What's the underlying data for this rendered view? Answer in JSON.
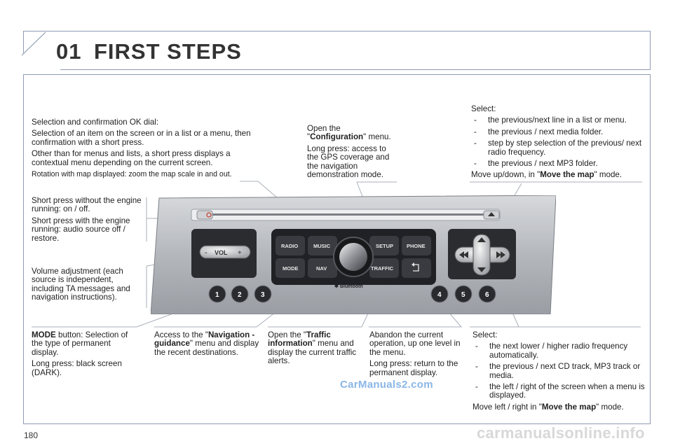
{
  "header": {
    "chapter_number": "01",
    "title": "FIRST STEPS"
  },
  "page_number": "180",
  "watermark": "CarManuals2.com",
  "footer_mark": "carmanualsonline.info",
  "annotations": {
    "dial": {
      "line1": "Selection and confirmation OK dial:",
      "line2": "Selection of an item on the screen or in a list or a menu, then confirmation with a short press.",
      "line3": "Other than for menus and lists, a short press displays a contextual menu depending on the current screen.",
      "line4": "Rotation with map displayed: zoom the map scale in and out."
    },
    "setup": {
      "pre": "Open the \"",
      "bold": "Configuration",
      "post": "\" menu.",
      "line2": "Long press: access to the GPS coverage and the navigation demonstration mode."
    },
    "up_down": {
      "intro": "Select:",
      "items": [
        "the previous/next line in a list or menu.",
        "the previous / next media folder.",
        "step by step selection of the previous/ next radio frequency.",
        "the previous / next MP3 folder."
      ],
      "footer_pre": "Move up/down, in \"",
      "footer_bold": "Move the map",
      "footer_post": "\" mode."
    },
    "power": {
      "line1": "Short press without the engine running: on / off.",
      "line2": "Short press with the engine running: audio source off / restore."
    },
    "volume": {
      "line1": "Volume adjustment (each source is independent, including TA messages and navigation instructions)."
    },
    "mode": {
      "bold": "MODE",
      "post": " button: Selection of the type of permanent display.",
      "line2": "Long press: black screen (DARK)."
    },
    "nav": {
      "pre": "Access to the \"",
      "bold": "Navigation - guidance",
      "post": "\" menu and display the recent destinations."
    },
    "traffic": {
      "pre": "Open the \"",
      "bold": "Traffic information",
      "post": "\" menu and display the current traffic alerts."
    },
    "back": {
      "line1": "Abandon the current operation, up one level in the menu.",
      "line2": "Long press: return to the permanent display."
    },
    "left_right": {
      "intro": "Select:",
      "items": [
        "the next lower / higher radio frequency automatically.",
        "the previous / next CD track, MP3 track or media.",
        "the left / right of the screen when a menu is displayed."
      ],
      "footer_pre": "Move left / right in \"",
      "footer_bold": "Move the map",
      "footer_post": "\" mode."
    }
  },
  "unit": {
    "buttons": {
      "radio": "RADIO",
      "music": "MUSIC",
      "setup": "SETUP",
      "phone": "PHONE",
      "mode": "MODE",
      "nav": "NAV",
      "traffic": "TRAFFIC",
      "vol": "VOL",
      "bluetooth": "Bluetooth",
      "minus": "-",
      "plus": "+"
    },
    "presets": [
      "1",
      "2",
      "3",
      "4",
      "5",
      "6"
    ]
  },
  "colors": {
    "border": "#8f9bb3",
    "watermark": "#8ab6e6",
    "unit_body": "#b9bcc1",
    "unit_dark": "#1f2023"
  }
}
